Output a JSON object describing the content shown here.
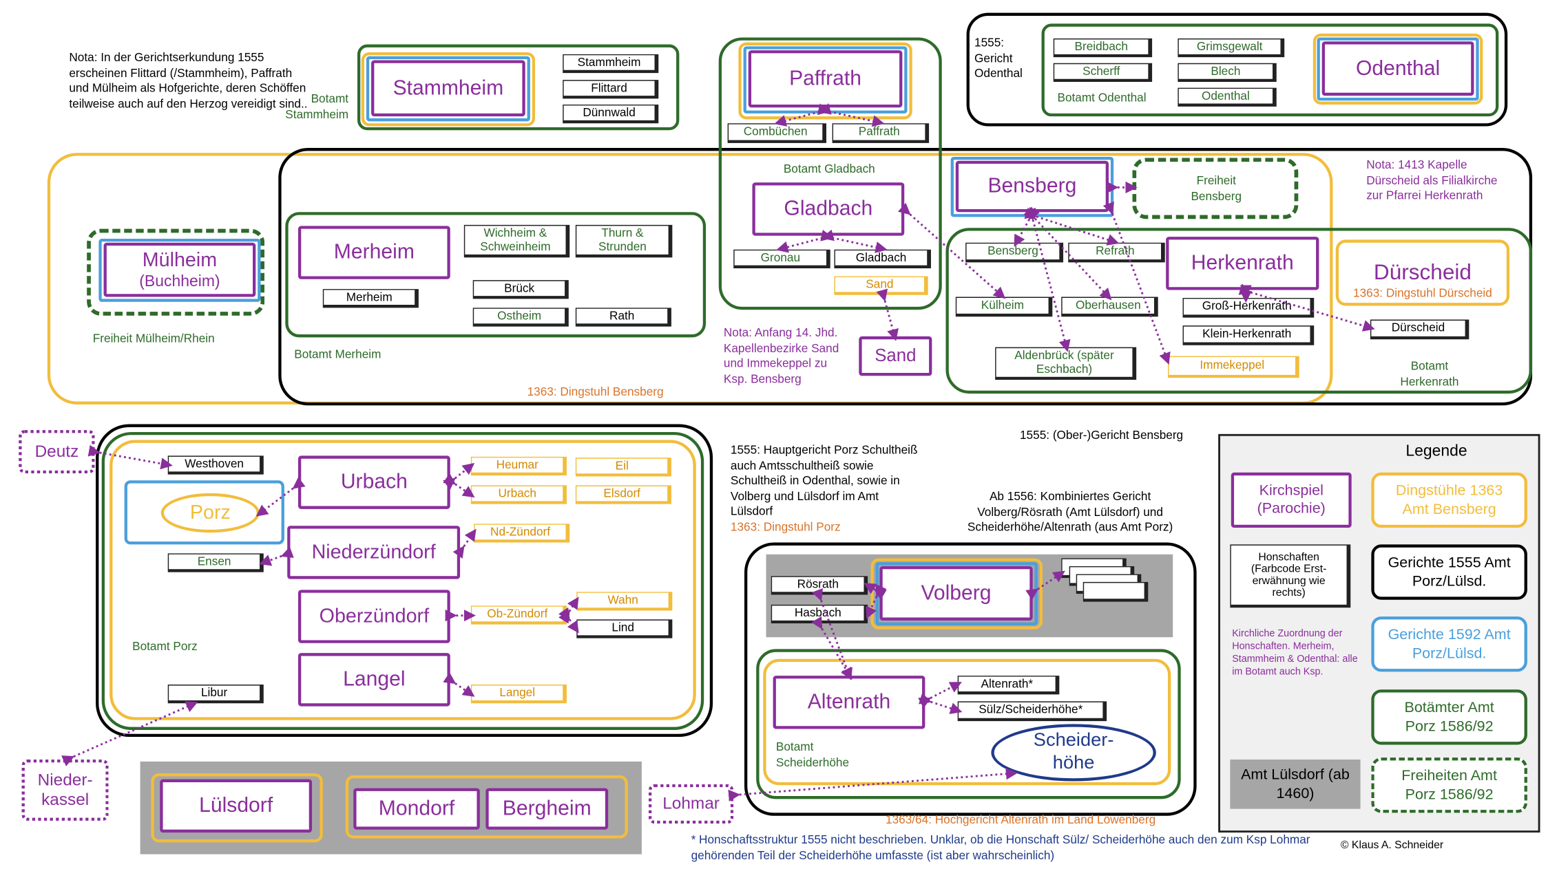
{
  "notes": {
    "nota_1555": "Nota: In der Gerichtserkundung 1555 erscheinen Flittard (/Stammheim), Paffrath und Mülheim als Hofgerichte, deren Schöffen teilweise auch auf den Herzog vereidigt sind..",
    "gericht_odenthal": "1555: Gericht Odenthal",
    "nota_1413": "Nota: 1413 Kapelle Dürscheid als Filialkirche zur Pfarrei Herkenrath",
    "nota_14jhd": "Nota: Anfang 14. Jhd. Kapellenbezirke Sand und Immekeppel zu Ksp. Bensberg",
    "hauptgericht_porz": "1555: Hauptgericht Porz Schultheiß auch Amtsschultheiß sowie Schultheiß in Odenthal, sowie in  Volberg und Lülsdorf im Amt Lülsdorf",
    "dingstuhl_porz": "1363: Dingstuhl Porz",
    "obergericht_bensberg": "1555: (Ober-)Gericht Bensberg",
    "ab1556": "Ab 1556: Kombiniertes Gericht Volberg/Rösrath (Amt Lülsdorf)  und Scheiderhöhe/Altenrath (aus Amt Porz)",
    "hochgericht": "1363/64: Hochgericht Altenrath im Land Löwenberg",
    "footnote": "* Honschaftsstruktur 1555 nicht beschrieben. Unklar, ob die Honschaft Sülz/ Scheiderhöhe auch den zum Ksp Lohmar gehörenden Teil der Scheiderhöhe umfasste (ist aber wahrscheinlich)",
    "copyright": "© Klaus A. Schneider"
  },
  "botamt": {
    "stammheim": "Botamt Stammheim",
    "odenthal": "Botamt Odenthal",
    "gladbach": "Botamt Gladbach",
    "merheim": "Botamt Merheim",
    "herkenrath": "Botamt Herkenrath",
    "porz": "Botamt Porz",
    "scheiderhoehe": "Botamt Scheiderhöhe"
  },
  "dingstuhl": {
    "bensberg": "1363: Dingstuhl Bensberg",
    "duerscheid": "1363: Dingstuhl Dürscheid"
  },
  "freiheit": {
    "muelheim": "Freiheit Mülheim/Rhein",
    "bensberg": "Freiheit Bensberg"
  },
  "kirchspiele": {
    "stammheim": "Stammheim",
    "paffrath": "Paffrath",
    "odenthal": "Odenthal",
    "bensberg": "Bensberg",
    "gladbach": "Gladbach",
    "muelheim": "Mülheim",
    "muelheim_sub": "(Buchheim)",
    "merheim": "Merheim",
    "herkenrath": "Herkenrath",
    "duerscheid": "Dürscheid",
    "sand": "Sand",
    "urbach": "Urbach",
    "porz": "Porz",
    "niederzuendorf": "Niederzündorf",
    "oberzuendorf": "Oberzündorf",
    "langel": "Langel",
    "volberg": "Volberg",
    "altenrath": "Altenrath",
    "scheiderhoehe": "Scheider-höhe",
    "luelsdorf": "Lülsdorf",
    "mondorf": "Mondorf",
    "bergheim": "Bergheim",
    "deutz": "Deutz",
    "niederkassel": "Nieder-kassel",
    "lohmar": "Lohmar"
  },
  "honschaften": {
    "stammheim": "Stammheim",
    "flittard": "Flittard",
    "duennwald": "Dünnwald",
    "combuechen": "Combüchen",
    "paffrath": "Paffrath",
    "breidbach": "Breidbach",
    "grimsgewalt": "Grimsgewalt",
    "scherff": "Scherff",
    "blech": "Blech",
    "odenthal": "Odenthal",
    "gronau": "Gronau",
    "gladbach": "Gladbach",
    "sand": "Sand",
    "wichheim": "Wichheim & Schweinheim",
    "thurn": "Thurn & Strunden",
    "merheim": "Merheim",
    "brueck": "Brück",
    "ostheim": "Ostheim",
    "rath": "Rath",
    "bensberg": "Bensberg",
    "refrath": "Refrath",
    "kuelheim": "Külheim",
    "oberhausen": "Oberhausen",
    "aldenbrueck": "Aldenbrück (später Eschbach)",
    "immekeppel": "Immekeppel",
    "gross_herkenrath": "Groß-Herkenrath",
    "klein_herkenrath": "Klein-Herkenrath",
    "duerscheid": "Dürscheid",
    "westhoven": "Westhoven",
    "heumar": "Heumar",
    "eil": "Eil",
    "urbach": "Urbach",
    "elsdorf": "Elsdorf",
    "nd_zuendorf": "Nd-Zündorf",
    "ensen": "Ensen",
    "ob_zuendorf": "Ob-Zündorf",
    "wahn": "Wahn",
    "lind": "Lind",
    "langel": "Langel",
    "libur": "Libur",
    "roesrath": "Rösrath",
    "hasbach": "Hasbach",
    "altenrath": "Altenrath*",
    "suelz": "Sülz/Scheiderhöhe*"
  },
  "legend": {
    "title": "Legende",
    "kirchspiel": "Kirchspiel (Parochie)",
    "dingstuehle": "Dingstühle 1363 Amt Bensberg",
    "honschaften": "Honschaften (Farbcode Erst-erwähnung wie rechts)",
    "gerichte1555": "Gerichte 1555 Amt Porz/Lülsd.",
    "zuordnung": "Kirchliche Zuordnung der Honschaften. Merheim, Stammheim & Odenthal: alle im Botamt auch Ksp.",
    "gerichte1592": "Gerichte 1592 Amt Porz/Lülsd.",
    "botaemter": "Botämter Amt Porz 1586/92",
    "amt_luelsdorf": "Amt Lülsdorf (ab 1460)",
    "freiheiten": "Freiheiten Amt Porz 1586/92"
  },
  "colors": {
    "purple": "#8a2e9c",
    "yellow": "#f2bd3c",
    "green": "#2e6b2a",
    "blue": "#4a9fdc",
    "black": "#000000",
    "gray": "#a6a6a6",
    "orange_text": "#d9742b"
  }
}
